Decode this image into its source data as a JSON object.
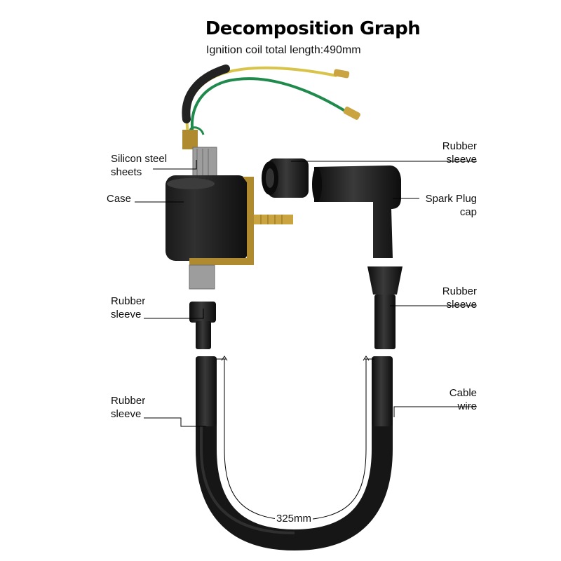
{
  "title": "Decomposition Graph",
  "subtitle": "Ignition coil total length:490mm",
  "labels": {
    "silicon_steel_sheets": [
      "Silicon steel",
      "sheets"
    ],
    "case": [
      "Case"
    ],
    "rubber_sleeve_left_upper": [
      "Rubber",
      "sleeve"
    ],
    "rubber_sleeve_left_lower": [
      "Rubber",
      "sleeve"
    ],
    "rubber_sleeve_right_top": [
      "Rubber",
      "sleeve"
    ],
    "spark_plug_cap": [
      "Spark Plug",
      "cap"
    ],
    "rubber_sleeve_right_mid": [
      "Rubber",
      "sleeve"
    ],
    "cable_wire": [
      "Cable",
      "wire"
    ]
  },
  "dimension": "325mm",
  "colors": {
    "part": "#161616",
    "part_highlight": "#3a3a3a",
    "brass": "#c9a440",
    "wire_green": "#1f8a4c",
    "wire_yellow": "#d8c44a",
    "steel": "#a9a9a9"
  }
}
